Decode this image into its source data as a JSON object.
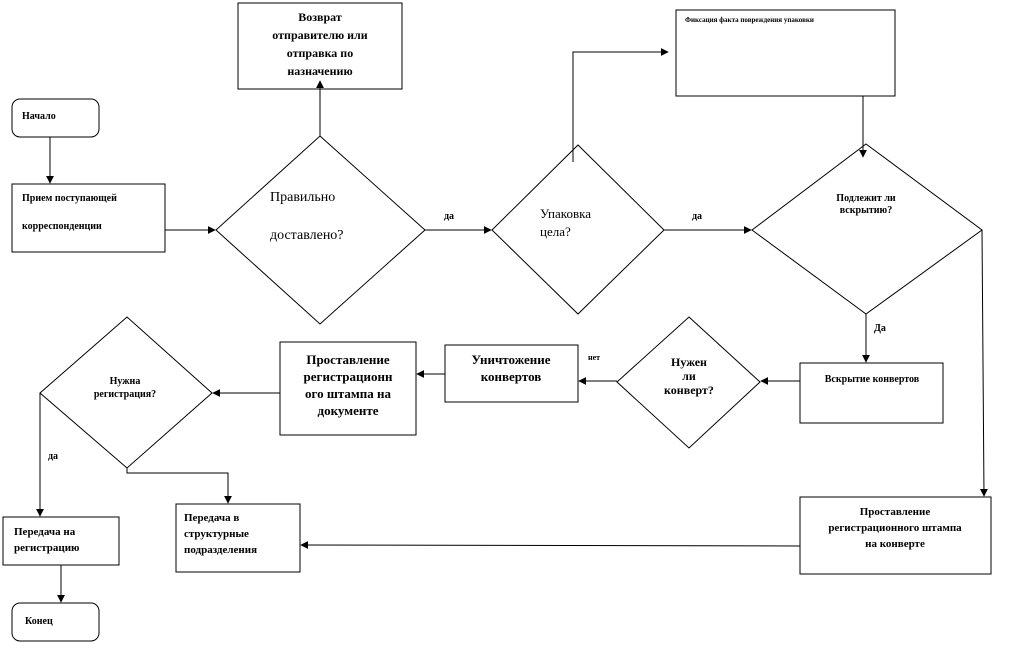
{
  "diagram": {
    "nodes": {
      "start": {
        "lines": [
          "Начало"
        ]
      },
      "receive": {
        "lines": [
          "Прием поступающей",
          "корреспонденции"
        ]
      },
      "delivered_q": {
        "lines": [
          "Правильно",
          "доставлено?"
        ]
      },
      "return": {
        "lines": [
          "Возврат",
          "отправителю или",
          "отправка по",
          "назначению"
        ]
      },
      "intact_q": {
        "lines": [
          "Упаковка",
          "цела?"
        ]
      },
      "damage_fix": {
        "lines": [
          "Фиксация факта повреждения упаковки"
        ]
      },
      "open_q": {
        "lines": [
          "Подлежит ли",
          "вскрытию?"
        ]
      },
      "open": {
        "lines": [
          "Вскрытие конвертов"
        ]
      },
      "envelope_q": {
        "lines": [
          "Нужен",
          "ли",
          "конверт?"
        ]
      },
      "destroy": {
        "lines": [
          "Уничтожение",
          "конвертов"
        ]
      },
      "stamp_doc": {
        "lines": [
          "Проставление",
          "регистрационн",
          "ого штампа на",
          "документе"
        ]
      },
      "reg_q": {
        "lines": [
          "Нужна",
          "регистрация?"
        ]
      },
      "to_reg": {
        "lines": [
          "Передача на",
          "регистрацию"
        ]
      },
      "end": {
        "lines": [
          "Конец"
        ]
      },
      "to_depts": {
        "lines": [
          "Передача в",
          "структурные",
          "подразделения"
        ]
      },
      "stamp_env": {
        "lines": [
          "Проставление",
          "регистрационного штампа",
          "на конверте"
        ]
      }
    },
    "edge_labels": {
      "yes1": "да",
      "yes2": "да",
      "yes3": "Да",
      "no1": "нет",
      "yes4": "да"
    }
  }
}
